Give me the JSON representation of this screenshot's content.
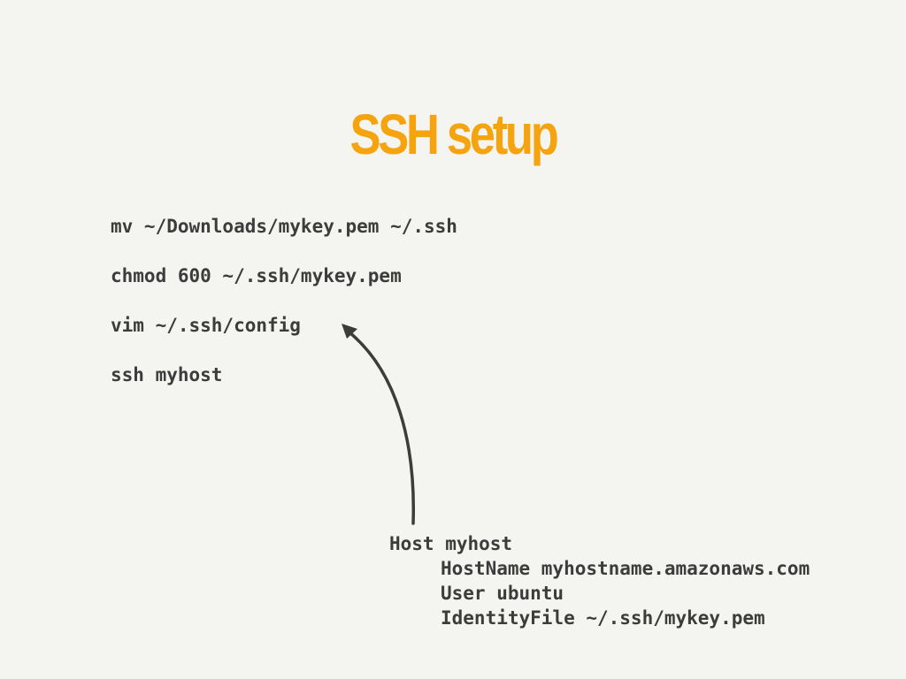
{
  "slide": {
    "title": "SSH setup",
    "commands": [
      "mv ~/Downloads/mykey.pem ~/.ssh",
      "chmod 600 ~/.ssh/mykey.pem",
      "vim ~/.ssh/config",
      "ssh myhost"
    ],
    "config_file": {
      "host_line": "Host myhost",
      "hostname_line": "HostName myhostname.amazonaws.com",
      "user_line": "User ubuntu",
      "identity_line": "IdentityFile ~/.ssh/mykey.pem"
    },
    "colors": {
      "background": "#f4f5f0",
      "title": "#f5a40f",
      "text": "#3c3c3c"
    },
    "annotation_icon": "curved-arrow-icon"
  }
}
